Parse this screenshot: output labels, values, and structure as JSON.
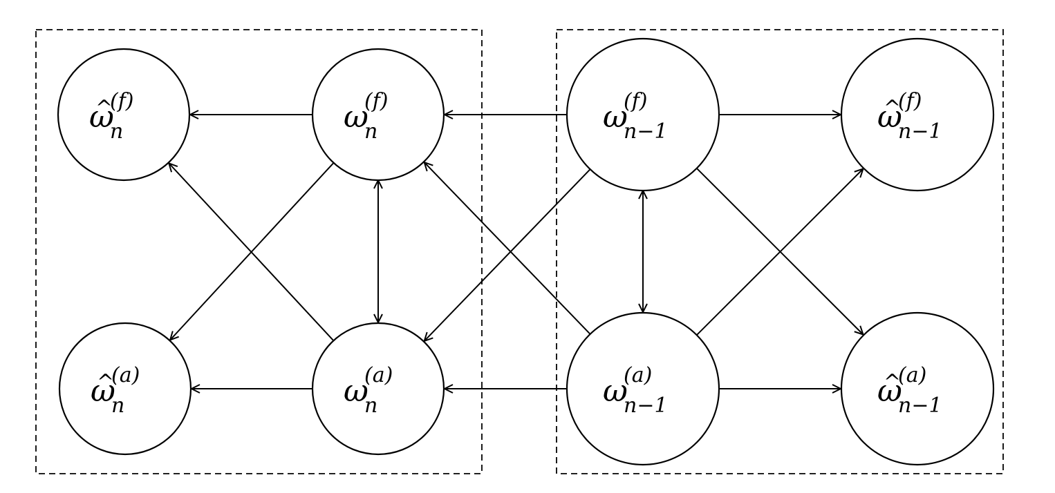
{
  "diagram": {
    "groups": [
      {
        "id": "group-n"
      },
      {
        "id": "group-n-minus-1"
      }
    ],
    "nodes": [
      {
        "id": "hat-omega-n-f",
        "symbol": "ω",
        "hat": "^",
        "superscript": "(f)",
        "subscript": "n"
      },
      {
        "id": "omega-n-f",
        "symbol": "ω",
        "hat": "",
        "superscript": "(f)",
        "subscript": "n"
      },
      {
        "id": "omega-n1-f",
        "symbol": "ω",
        "hat": "",
        "superscript": "(f)",
        "subscript": "n−1"
      },
      {
        "id": "hat-omega-n1-f",
        "symbol": "ω",
        "hat": "^",
        "superscript": "(f)",
        "subscript": "n−1"
      },
      {
        "id": "hat-omega-n-a",
        "symbol": "ω",
        "hat": "^",
        "superscript": "(a)",
        "subscript": "n"
      },
      {
        "id": "omega-n-a",
        "symbol": "ω",
        "hat": "",
        "superscript": "(a)",
        "subscript": "n"
      },
      {
        "id": "omega-n1-a",
        "symbol": "ω",
        "hat": "",
        "superscript": "(a)",
        "subscript": "n−1"
      },
      {
        "id": "hat-omega-n1-a",
        "symbol": "ω",
        "hat": "^",
        "superscript": "(a)",
        "subscript": "n−1"
      }
    ],
    "edges": [
      {
        "from": "omega-n-f",
        "to": "hat-omega-n-f"
      },
      {
        "from": "omega-n-f",
        "to": "hat-omega-n-a"
      },
      {
        "from": "omega-n-f",
        "to": "omega-n-a",
        "bidirectional": true
      },
      {
        "from": "omega-n-a",
        "to": "hat-omega-n-a"
      },
      {
        "from": "omega-n-a",
        "to": "hat-omega-n-f"
      },
      {
        "from": "omega-n1-f",
        "to": "omega-n-f"
      },
      {
        "from": "omega-n1-f",
        "to": "hat-omega-n1-f"
      },
      {
        "from": "omega-n1-f",
        "to": "omega-n-a"
      },
      {
        "from": "omega-n1-f",
        "to": "hat-omega-n1-a"
      },
      {
        "from": "omega-n1-f",
        "to": "omega-n1-a",
        "bidirectional": true
      },
      {
        "from": "omega-n1-a",
        "to": "omega-n-a"
      },
      {
        "from": "omega-n1-a",
        "to": "hat-omega-n1-a"
      },
      {
        "from": "omega-n1-a",
        "to": "omega-n-f"
      },
      {
        "from": "omega-n1-a",
        "to": "hat-omega-n1-f"
      }
    ]
  }
}
